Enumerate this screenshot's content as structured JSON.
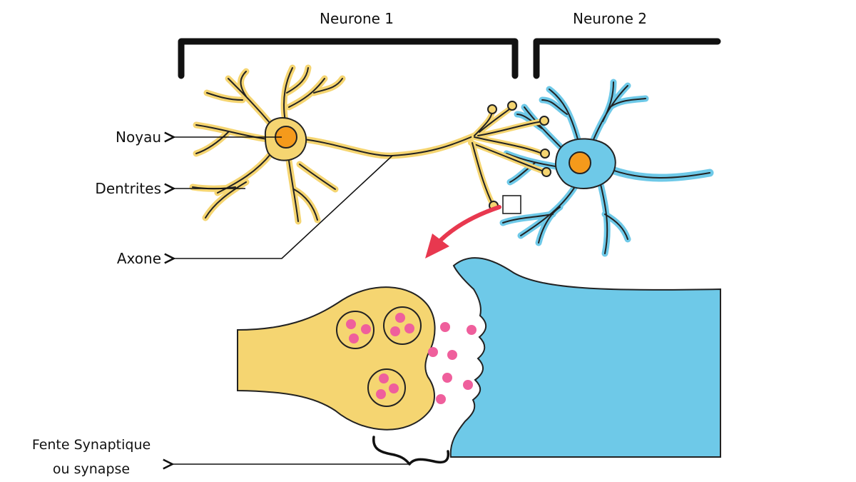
{
  "labels": {
    "neuron1": "Neurone 1",
    "neuron2": "Neurone 2",
    "nucleus": "Noyau",
    "dendrites": "Dentrites",
    "axon": "Axone",
    "cleft_line1": "Fente Synaptique",
    "cleft_line2": "ou synapse"
  },
  "colors": {
    "neuron1_fill": "#f5d571",
    "neuron2_fill": "#6ec9e8",
    "nucleus_fill": "#f59a1b",
    "vesicle_dot": "#ef5f9c",
    "arrow_red": "#e8384f",
    "outline": "#222222"
  },
  "icons": {
    "leader_arrow": "left-arrow-icon",
    "magnify_box": "zoom-box-icon",
    "zoom_arrow": "curved-red-arrow-icon"
  }
}
